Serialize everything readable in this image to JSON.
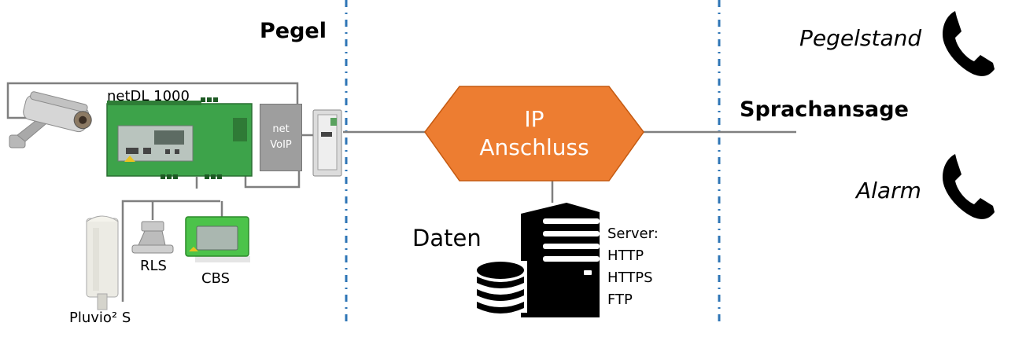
{
  "sections": {
    "pegel_title": "Pegel",
    "sprachansage_title": "Sprachansage"
  },
  "devices": {
    "netdl_label": "netDL 1000",
    "voip_line1": "net",
    "voip_line2": "VoIP",
    "rls_label": "RLS",
    "cbs_label": "CBS",
    "pluvio_label": "Pluvio² S"
  },
  "ip": {
    "line1": "IP",
    "line2": "Anschluss",
    "fill_color": "#ED7D31"
  },
  "daten": {
    "label": "Daten",
    "server_title": "Server:",
    "protocols": [
      "HTTP",
      "HTTPS",
      "FTP"
    ]
  },
  "phone": {
    "pegelstand_label": "Pegelstand",
    "alarm_label": "Alarm",
    "icon": "phone-handset-icon"
  },
  "colors": {
    "divider": "#2E75B6",
    "device_green": "#3DA34A",
    "line": "#7F7F7F"
  }
}
